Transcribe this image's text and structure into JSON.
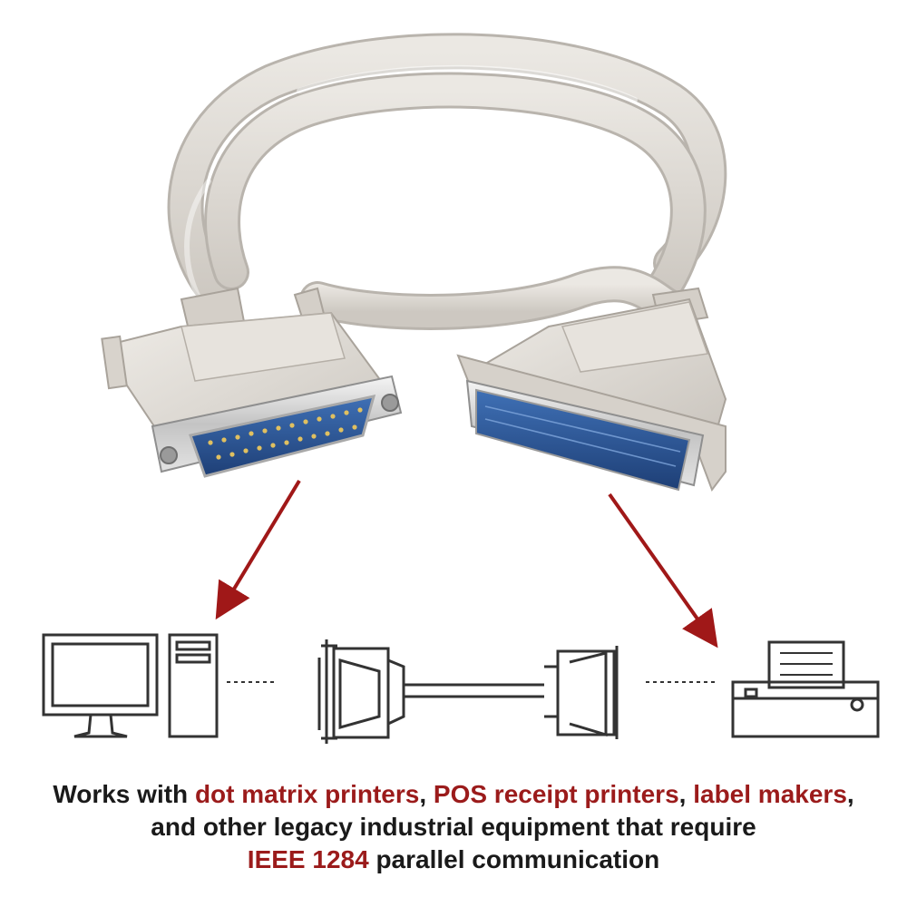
{
  "caption": {
    "line1": {
      "prefix": "Works with ",
      "highlight1": "dot matrix printers",
      "sep1": ", ",
      "highlight2": "POS receipt printers",
      "sep2": ", ",
      "highlight3": "label makers",
      "suffix": ","
    },
    "line2": {
      "text": "and other legacy industrial equipment that require"
    },
    "line3": {
      "highlight": "IEEE 1284",
      "text": " parallel communication"
    }
  },
  "colors": {
    "highlight": "#9b1b1b",
    "text": "#1a1a1a",
    "cable": "#dcd8d2",
    "connector_face": "#2d5a9c",
    "arrow": "#a01818",
    "icon_stroke": "#333333"
  },
  "icons": {
    "computer": "desktop-computer-icon",
    "db25": "db25-connector-icon",
    "centronics": "centronics-connector-icon",
    "printer": "printer-icon"
  }
}
